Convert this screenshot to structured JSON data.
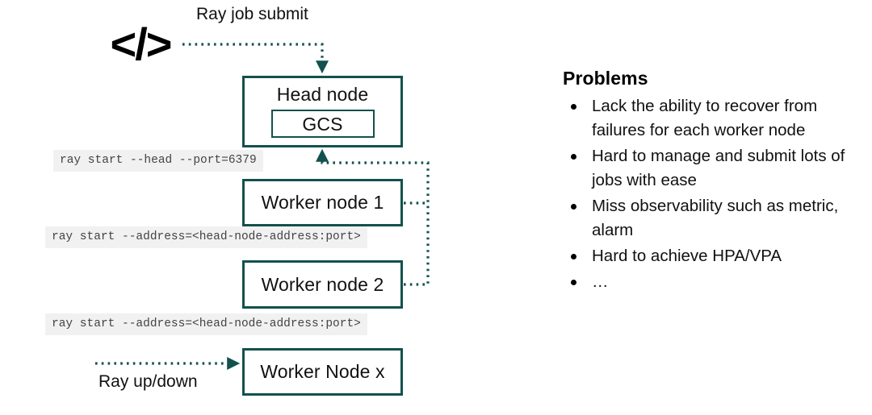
{
  "diagram": {
    "code_glyph": "</>",
    "accent_color": "#12514d",
    "box_fill": "#ffffff",
    "labels": {
      "ray_job_submit": "Ray job submit",
      "ray_up_down": "Ray up/down"
    },
    "nodes": [
      {
        "id": "head-node",
        "title": "Head node",
        "inner": "GCS"
      },
      {
        "id": "worker-node-1",
        "title": "Worker node 1"
      },
      {
        "id": "worker-node-2",
        "title": "Worker node 2"
      },
      {
        "id": "worker-node-x",
        "title": "Worker Node x"
      }
    ],
    "commands": [
      {
        "id": "code-head",
        "text": "ray start --head --port=6379"
      },
      {
        "id": "code-addr-1",
        "text": "ray start --address=<head-node-address:port>"
      },
      {
        "id": "code-addr-2",
        "text": "ray start --address=<head-node-address:port>"
      }
    ]
  },
  "problems": {
    "title": "Problems",
    "items": [
      "Lack the ability to recover from failures for each worker node",
      "Hard to manage and submit lots of jobs with ease",
      "Miss observability such as metric, alarm",
      "Hard to achieve HPA/VPA",
      "…"
    ]
  }
}
